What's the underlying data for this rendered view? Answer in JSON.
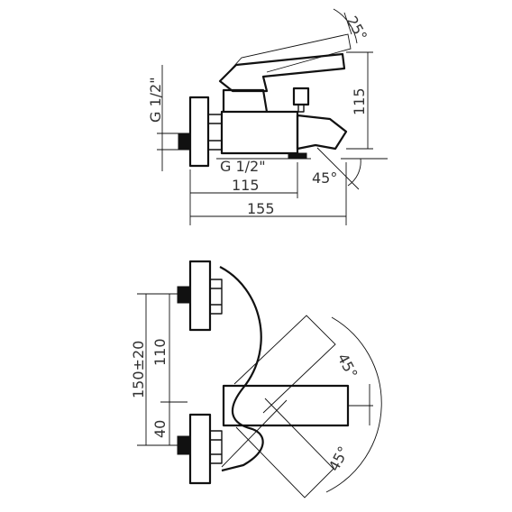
{
  "dimensions": {
    "angle_lever": "25°",
    "height_lever": "115",
    "thread_left": "G 1/2\"",
    "thread_outlet": "G 1/2\"",
    "angle_outlet": "45°",
    "length_body": "115",
    "length_total": "155",
    "centers_range": "150±20",
    "centers_upper": "110",
    "centers_lower": "40",
    "swivel_upper": "45°",
    "swivel_lower": "45°"
  }
}
